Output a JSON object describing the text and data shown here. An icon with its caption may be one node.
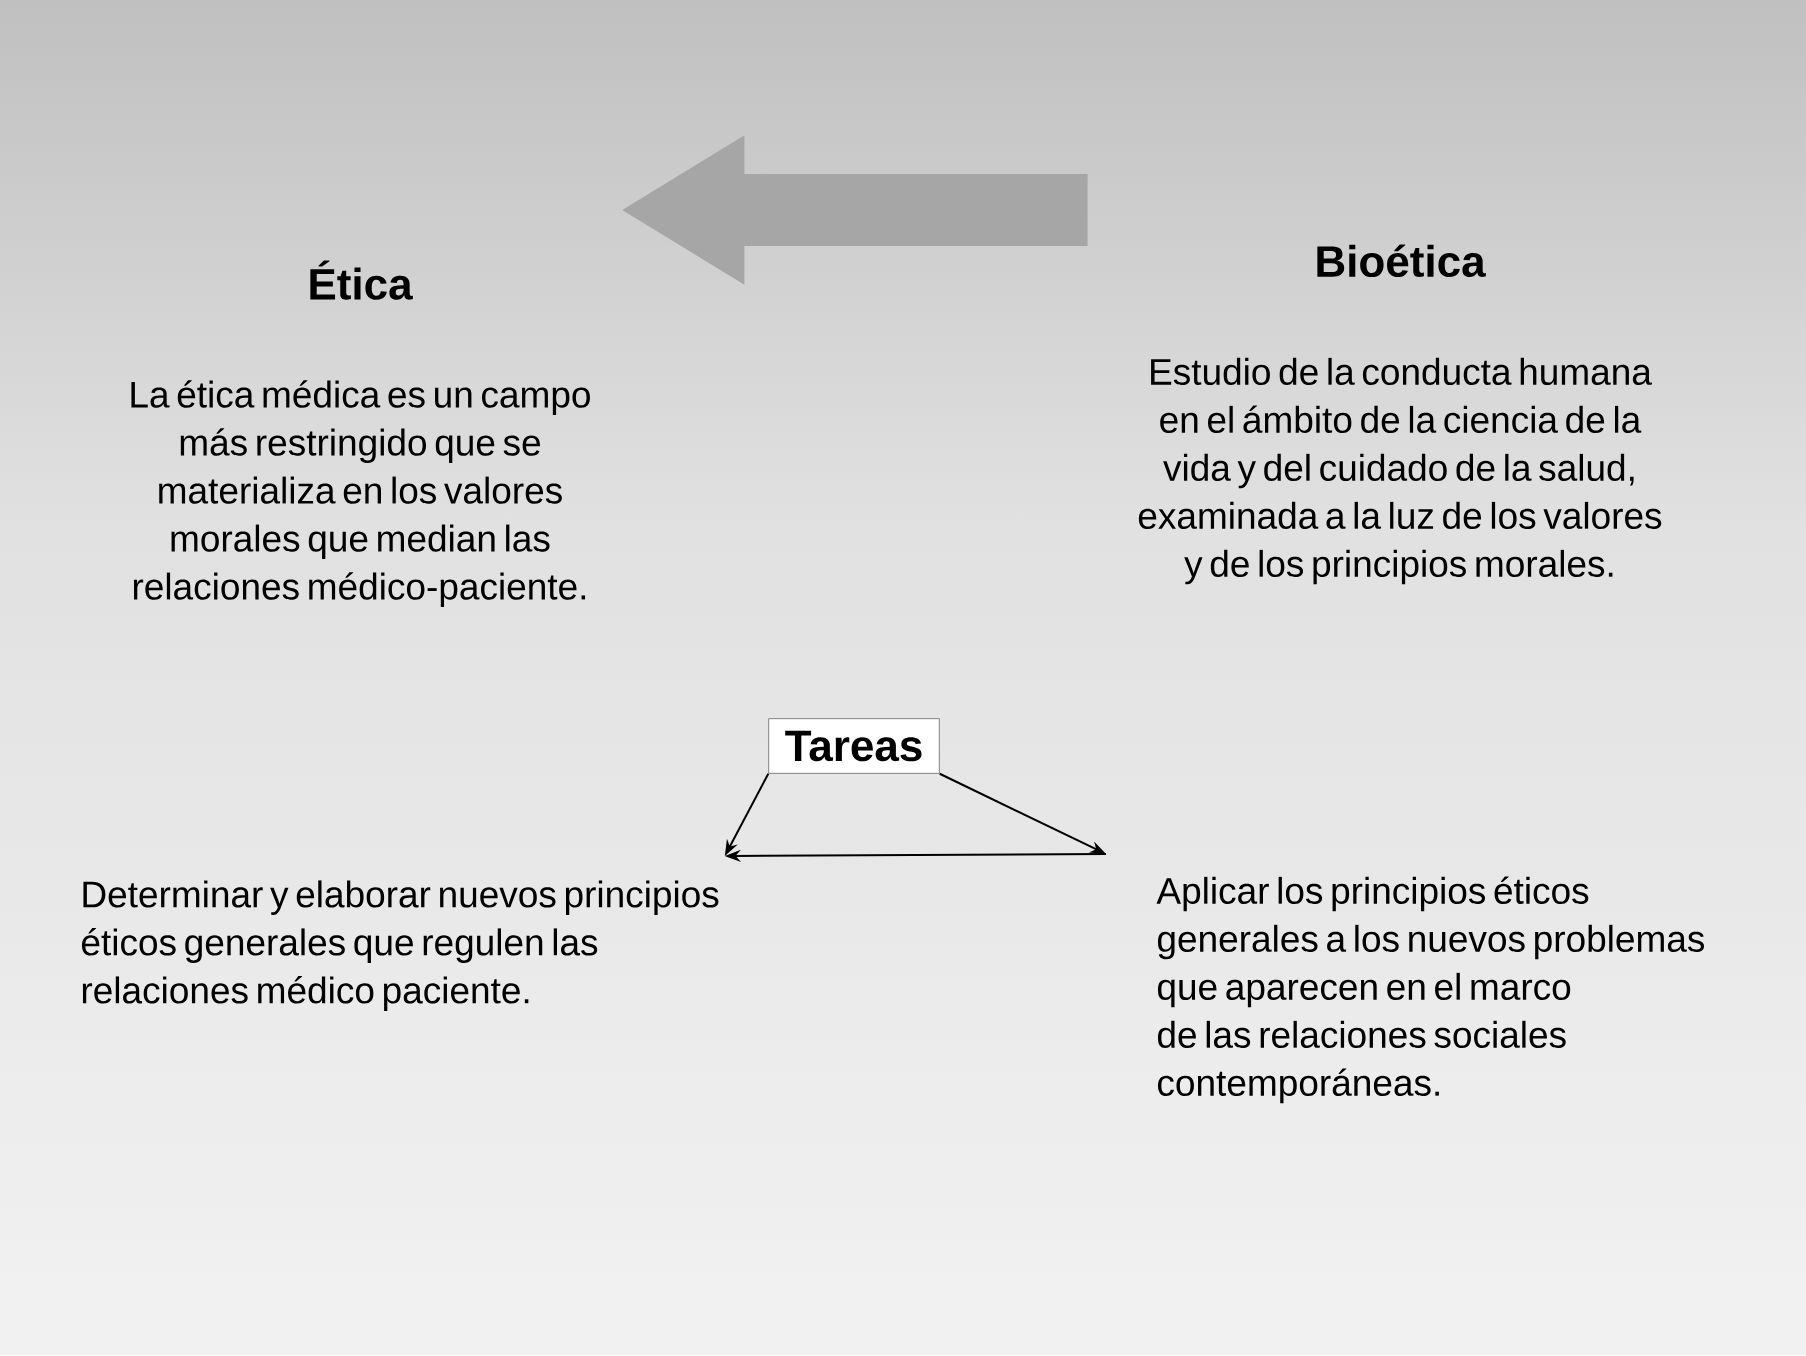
{
  "diagram": {
    "nodes": [
      {
        "text": [
          "Ética",
          "La ética médica es un campo más restringido que se materializa en los valores morales que median las relaciones médico-paciente."
        ]
      },
      {
        "text": [
          "Bioética",
          "Estudio de la conducta humana en el ámbito de la ciencia de la vida y del cuidado de la salud, examinada a la luz de los valores y de los principios morales."
        ]
      },
      {
        "text": [
          "Tareas"
        ]
      },
      {
        "text": [
          "Determinar y elaborar nuevos principios éticos generales que regulen las relaciones médico paciente."
        ]
      },
      {
        "text": [
          "Aplicar los principios  éticos generales a los nuevos problemas que aparecen en el marco de las relaciones sociales contemporáneas."
        ]
      }
    ],
    "edges": [
      {
        "from": 1,
        "to": 0,
        "arrow": "to",
        "style": "thick",
        "color": "#a6a6a6"
      },
      {
        "from": 2,
        "to": 3,
        "arrow": "to"
      },
      {
        "from": 2,
        "to": 4,
        "arrow": "to"
      },
      {
        "from": 4,
        "to": 3,
        "arrow": "to"
      }
    ]
  }
}
